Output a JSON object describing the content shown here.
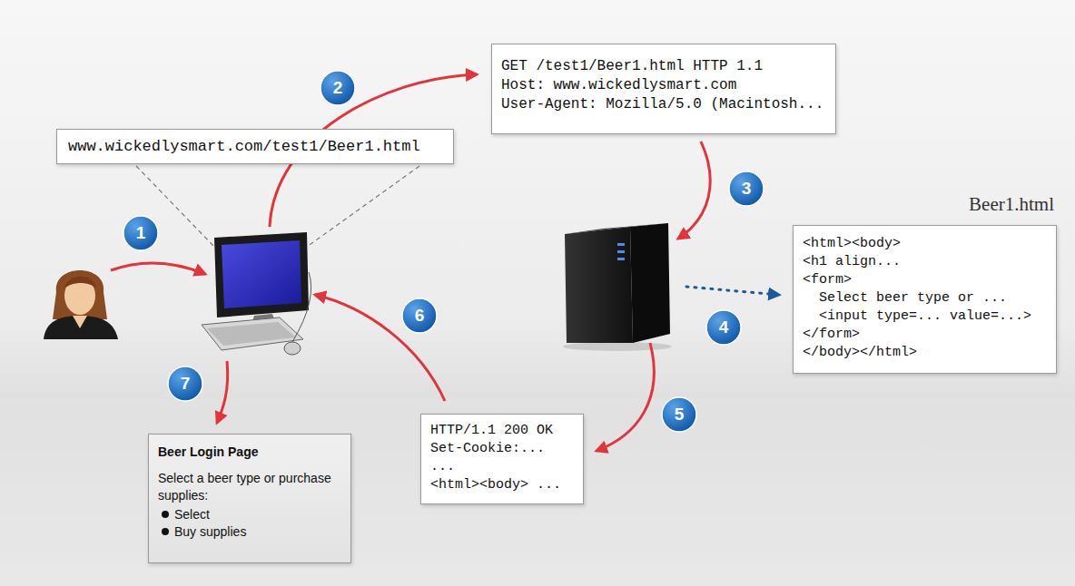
{
  "diagram": {
    "nodes": [
      {
        "text": [
          "www.wickedlysmart.com/test1/Beer1.html"
        ]
      },
      {
        "text": [
          "GET /test1/Beer1.html HTTP 1.1",
          "Host: www.wickedlysmart.com",
          "User-Agent: Mozilla/5.0 (Macintosh..."
        ]
      },
      {
        "text": [
          "Beer1.html",
          "<html><body>",
          "<h1 align...",
          "<form>",
          "Select beer type or ...",
          "<input type=... value=...>",
          "</form>",
          "</body></html>"
        ]
      },
      {
        "text": [
          "HTTP/1.1 200 OK",
          "Set-Cookie:...",
          "...",
          "<html><body> ..."
        ]
      },
      {
        "text": [
          "Beer Login Page",
          "Select a beer type or purchase supplies:",
          "Select",
          "Buy supplies"
        ]
      }
    ],
    "labels": [
      "1",
      "2",
      "3",
      "4",
      "5",
      "6",
      "7"
    ]
  }
}
